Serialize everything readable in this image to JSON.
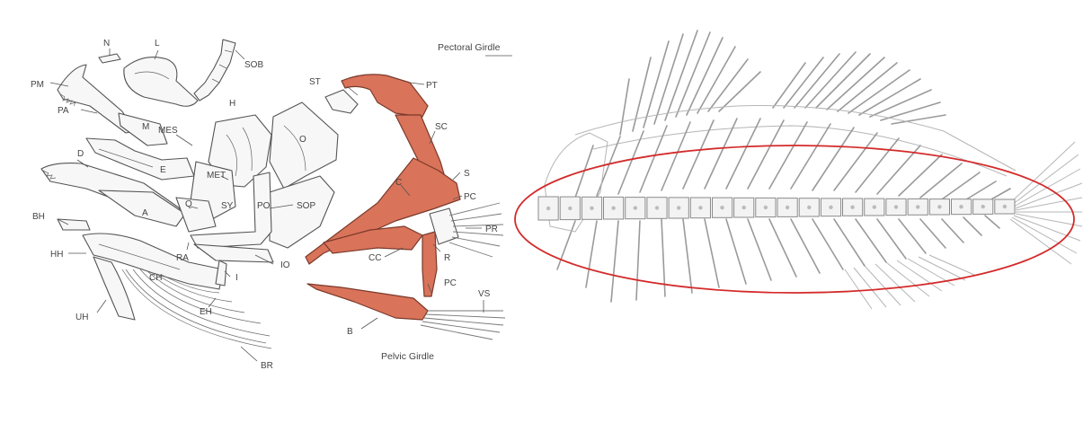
{
  "left_figure": {
    "caption_pectoral": "Pectoral Girdle",
    "caption_pelvic": "Pelvic Girdle",
    "labels": [
      {
        "id": "n",
        "text": "N"
      },
      {
        "id": "l",
        "text": "L"
      },
      {
        "id": "sob",
        "text": "SOB"
      },
      {
        "id": "pm",
        "text": "PM"
      },
      {
        "id": "h",
        "text": "H"
      },
      {
        "id": "m",
        "text": "M"
      },
      {
        "id": "st",
        "text": "ST"
      },
      {
        "id": "pt",
        "text": "PT"
      },
      {
        "id": "pa",
        "text": "PA"
      },
      {
        "id": "mes",
        "text": "MES"
      },
      {
        "id": "o",
        "text": "O"
      },
      {
        "id": "sc",
        "text": "SC"
      },
      {
        "id": "d",
        "text": "D"
      },
      {
        "id": "e",
        "text": "E"
      },
      {
        "id": "met",
        "text": "MET"
      },
      {
        "id": "s",
        "text": "S"
      },
      {
        "id": "c",
        "text": "C"
      },
      {
        "id": "pc1",
        "text": "PC"
      },
      {
        "id": "bh",
        "text": "BH"
      },
      {
        "id": "a",
        "text": "A"
      },
      {
        "id": "q",
        "text": "Q"
      },
      {
        "id": "sy",
        "text": "SY"
      },
      {
        "id": "po",
        "text": "PO"
      },
      {
        "id": "sop",
        "text": "SOP"
      },
      {
        "id": "pr",
        "text": "PR"
      },
      {
        "id": "hh",
        "text": "HH"
      },
      {
        "id": "ra",
        "text": "RA"
      },
      {
        "id": "io",
        "text": "IO"
      },
      {
        "id": "cc",
        "text": "CC"
      },
      {
        "id": "r",
        "text": "R"
      },
      {
        "id": "i",
        "text": "I"
      },
      {
        "id": "ch",
        "text": "CH"
      },
      {
        "id": "pc2",
        "text": "PC"
      },
      {
        "id": "vs",
        "text": "VS"
      },
      {
        "id": "eh",
        "text": "EH"
      },
      {
        "id": "uh",
        "text": "UH"
      },
      {
        "id": "b",
        "text": "B"
      },
      {
        "id": "br",
        "text": "BR"
      }
    ]
  },
  "right_figure": {
    "highlight_color": "#d42a2a"
  },
  "colors": {
    "girdle_fill": "#d9735a",
    "line_art": "#555555"
  }
}
